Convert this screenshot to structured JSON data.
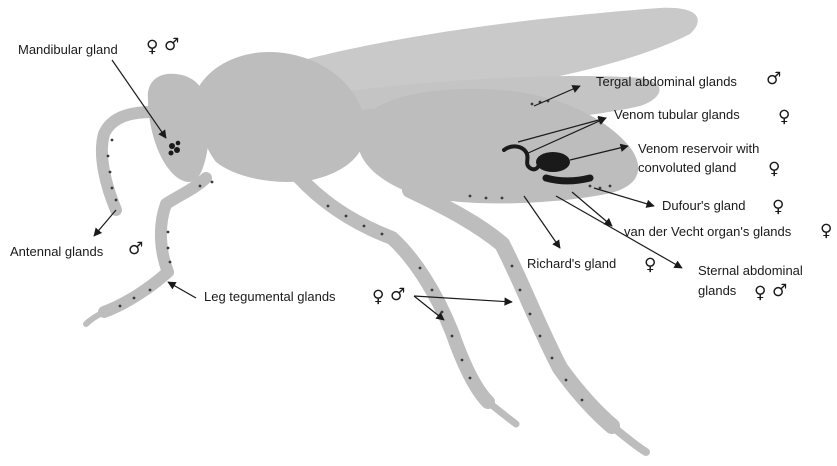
{
  "labels": {
    "mandibular": "Mandibular gland",
    "tergal": "Tergal abdominal glands",
    "venom_tubular": "Venom tubular glands",
    "venom_reservoir_1": "Venom reservoir with",
    "venom_reservoir_2": "convoluted gland",
    "dufour": "Dufour's gland",
    "vecht": "van der Vecht organ's glands",
    "antennal": "Antennal glands",
    "richard": "Richard's gland",
    "sternal_1": "Sternal abdominal",
    "sternal_2": "glands",
    "leg": "Leg tegumental glands"
  },
  "symbols": {
    "female": "♀",
    "male": "♂"
  },
  "colors": {
    "body": "#bdbdbd",
    "wing": "#c9c9c9",
    "dark": "#1a1a1a",
    "dots": "#3a3a3a"
  }
}
